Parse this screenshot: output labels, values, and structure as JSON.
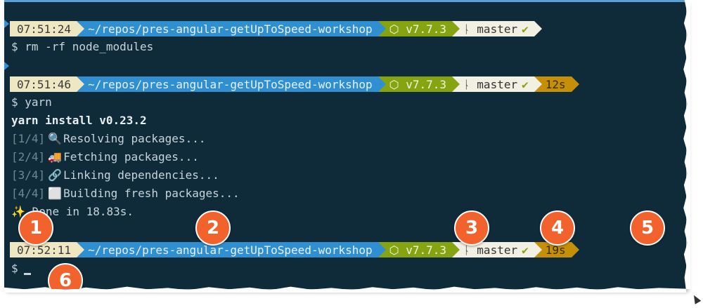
{
  "prompts": [
    {
      "time": "07:51:24",
      "path": "~/repos/pres-angular-getUpToSpeed-workshop",
      "node": "⬡ v7.7.3",
      "branch": "master",
      "duration": ""
    },
    {
      "time": "07:51:46",
      "path": "~/repos/pres-angular-getUpToSpeed-workshop",
      "node": "⬡ v7.7.3",
      "branch": "master",
      "duration": "12s"
    },
    {
      "time": "07:52:11",
      "path": "~/repos/pres-angular-getUpToSpeed-workshop",
      "node": "⬡ v7.7.3",
      "branch": "master",
      "duration": "19s"
    }
  ],
  "git_icon": "ᚿ",
  "check": "✔",
  "commands": {
    "cmd1": "$ rm -rf node_modules",
    "cmd2": "$ yarn",
    "prompt_symbol": "$"
  },
  "output": {
    "header": "yarn install v0.23.2",
    "steps": [
      {
        "step": "[1/4]",
        "icon": "🔍",
        "text": "Resolving packages..."
      },
      {
        "step": "[2/4]",
        "icon": "🚚",
        "text": "Fetching packages..."
      },
      {
        "step": "[3/4]",
        "icon": "🔗",
        "text": "Linking dependencies..."
      },
      {
        "step": "[4/4]",
        "icon": "⬜",
        "text": "Building fresh packages..."
      }
    ],
    "done": "✨ Done in 18.83s."
  },
  "badges": [
    "1",
    "2",
    "3",
    "4",
    "5",
    "6"
  ],
  "colors": {
    "background": "#0f2b3a",
    "time_segment": "#efe6c2",
    "path_segment": "#2f8fd0",
    "node_segment": "#86a312",
    "git_segment": "#f2f0e2",
    "duration_segment": "#c58f08",
    "badge": "#f2622c"
  }
}
